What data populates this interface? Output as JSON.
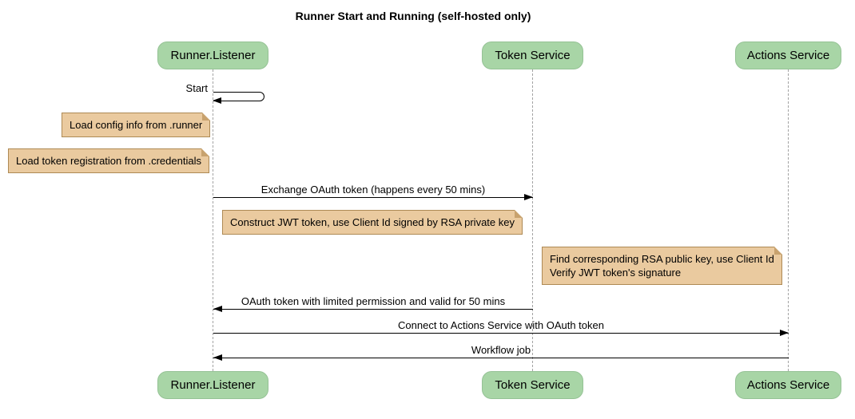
{
  "title": "Runner Start and Running (self-hosted only)",
  "participants": [
    {
      "name": "Runner.Listener"
    },
    {
      "name": "Token Service"
    },
    {
      "name": "Actions Service"
    }
  ],
  "messages": [
    {
      "label": "Start",
      "from": "Runner.Listener",
      "to": "Runner.Listener",
      "kind": "self"
    },
    {
      "label": "Exchange OAuth token (happens every 50 mins)",
      "from": "Runner.Listener",
      "to": "Token Service",
      "kind": "solid"
    },
    {
      "label": "OAuth token with limited permission and valid for 50 mins",
      "from": "Token Service",
      "to": "Runner.Listener",
      "kind": "solid"
    },
    {
      "label": "Connect to Actions Service with OAuth token",
      "from": "Runner.Listener",
      "to": "Actions Service",
      "kind": "solid"
    },
    {
      "label": "Workflow job",
      "from": "Actions Service",
      "to": "Runner.Listener",
      "kind": "solid"
    }
  ],
  "notes": [
    {
      "text": "Load config info from .runner",
      "anchor": "Runner.Listener",
      "side": "left"
    },
    {
      "text": "Load token registration from .credentials",
      "anchor": "Runner.Listener",
      "side": "left"
    },
    {
      "text": "Construct JWT token, use Client Id signed by RSA private key",
      "anchor": "Token Service",
      "side": "left"
    },
    {
      "line1": "Find corresponding RSA public key, use Client Id",
      "line2": "Verify JWT token's signature",
      "anchor": "Actions Service",
      "side": "left"
    }
  ],
  "colors": {
    "participant_fill": "#a8d5a6",
    "participant_border": "#95c295",
    "note_fill": "#eaca9f",
    "note_border": "#ae8a55",
    "note_fold": "#c8a26e",
    "lifeline": "#a3a3a3",
    "arrow": "#000000"
  }
}
